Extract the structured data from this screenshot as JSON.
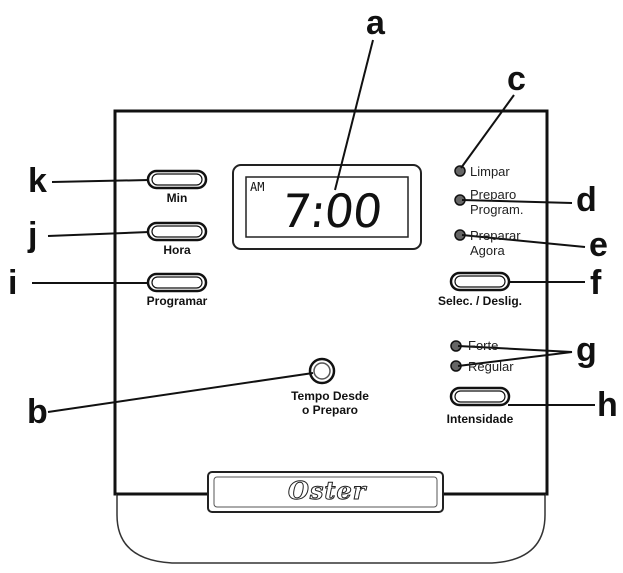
{
  "display": {
    "am": "AM",
    "time": "7:00"
  },
  "buttons": {
    "min": "Min",
    "hora": "Hora",
    "programar": "Programar",
    "selec": "Selec. / Deslig.",
    "intensidade": "Intensidade",
    "tempo_line1": "Tempo Desde",
    "tempo_line2": "o Preparo"
  },
  "indicators": {
    "limpar": "Limpar",
    "preparo_line1": "Preparo",
    "preparo_line2": "Program.",
    "preparar_line1": "Preparar",
    "preparar_line2": "Agora",
    "forte": "Forte",
    "regular": "Regular"
  },
  "callouts": {
    "a": "a",
    "b": "b",
    "c": "c",
    "d": "d",
    "e": "e",
    "f": "f",
    "g": "g",
    "h": "h",
    "i": "i",
    "j": "j",
    "k": "k"
  },
  "brand": "Oster"
}
